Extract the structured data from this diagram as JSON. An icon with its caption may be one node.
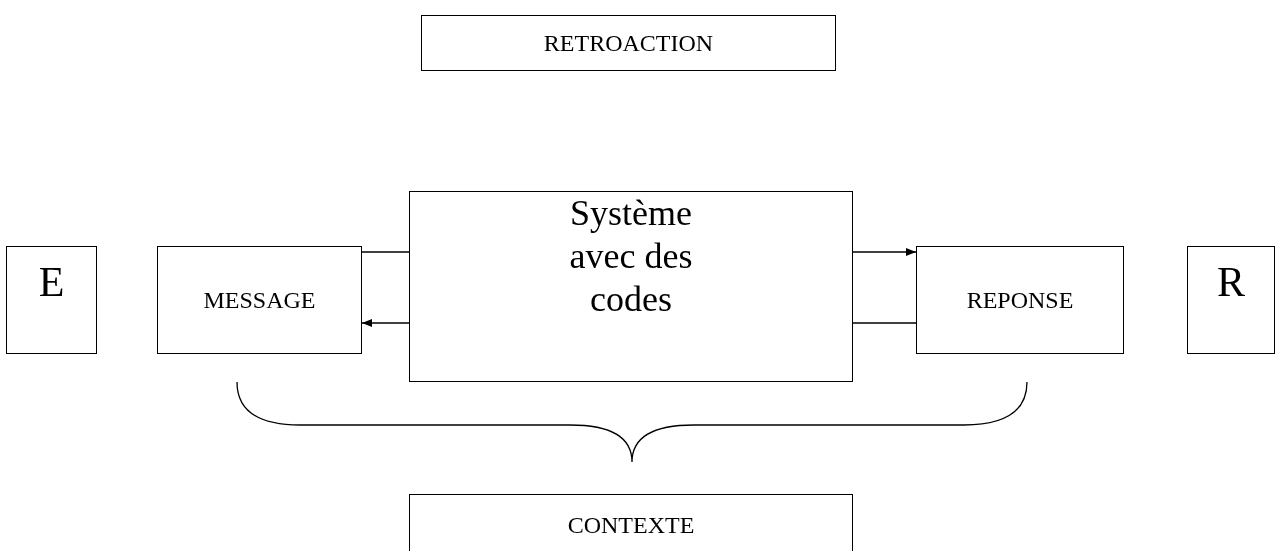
{
  "diagram": {
    "nodes": [
      {
        "text": [
          "RETROACTION"
        ]
      },
      {
        "text": [
          "E"
        ]
      },
      {
        "text": [
          "MESSAGE"
        ]
      },
      {
        "text": [
          "Système avec des codes"
        ]
      },
      {
        "text": [
          "REPONSE"
        ]
      },
      {
        "text": [
          "R"
        ]
      },
      {
        "text": [
          "CONTEXTE"
        ]
      }
    ],
    "edges": [
      {
        "from": 3,
        "to": 2,
        "arrow": "none"
      },
      {
        "from": 3,
        "to": 2,
        "arrow": "to"
      },
      {
        "from": 3,
        "to": 4,
        "arrow": "to"
      },
      {
        "from": 4,
        "to": 3,
        "arrow": "none"
      }
    ]
  }
}
